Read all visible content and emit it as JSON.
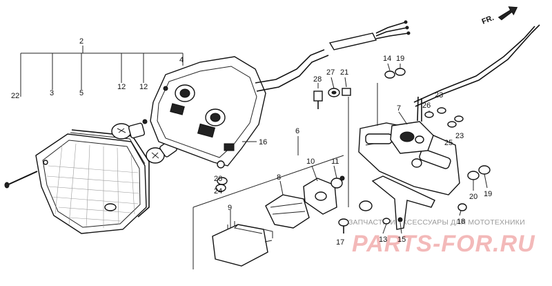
{
  "diagram": {
    "direction_label": "FR.",
    "callouts": [
      "2",
      "3",
      "4",
      "5",
      "6",
      "7",
      "8",
      "9",
      "10",
      "11",
      "12",
      "12",
      "13",
      "14",
      "15",
      "16",
      "17",
      "18",
      "19",
      "19",
      "20",
      "21",
      "22",
      "23",
      "23",
      "24",
      "25",
      "26",
      "26",
      "27",
      "28"
    ]
  },
  "watermark": {
    "caption": "ЗАПЧАСТИ И АКСЕССУАРЫ ДЛЯ МОТОТЕХНИКИ",
    "brand": "PARTS-FOR.RU"
  }
}
